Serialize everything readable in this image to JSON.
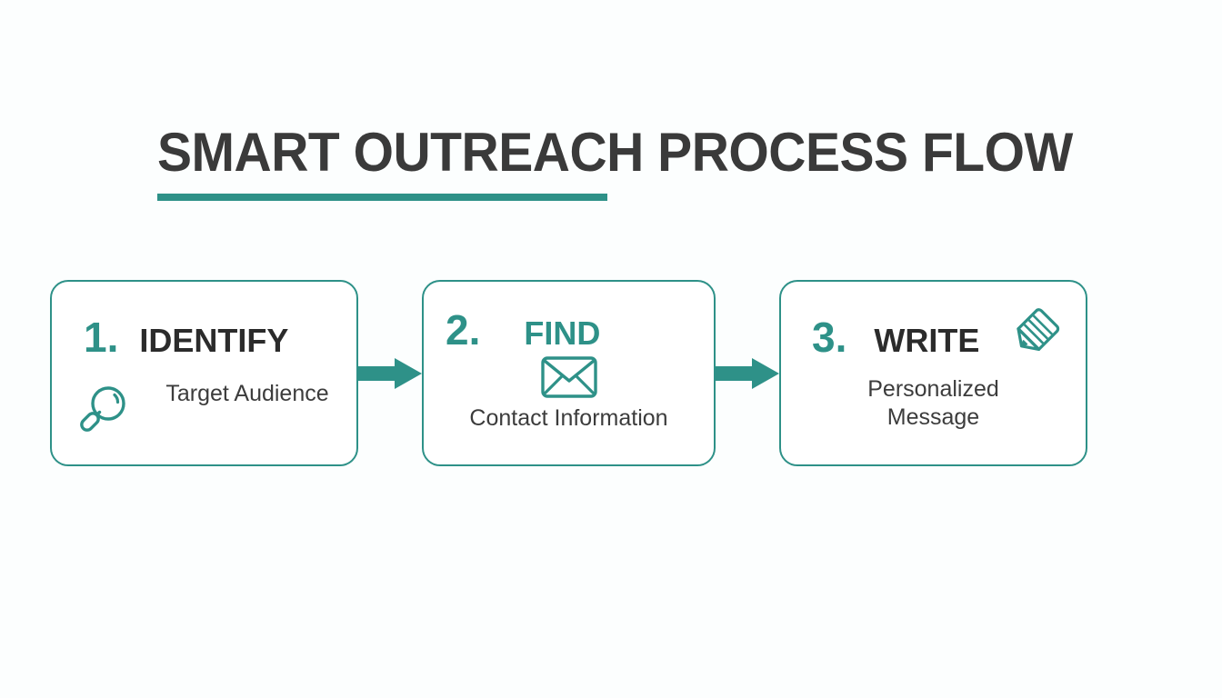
{
  "header": {
    "title": "SMART OUTREACH PROCESS FLOW",
    "accent_color": "#2e9188",
    "title_color": "#3a3a3a"
  },
  "flow": {
    "steps": [
      {
        "number": "1.",
        "word": "IDENTIFY",
        "caption": "Target Audience",
        "icon": "magnifier-icon",
        "word_color": "#2b2b2b"
      },
      {
        "number": "2.",
        "word": "FIND",
        "caption": "Contact Information",
        "icon": "envelope-icon",
        "word_color": "#2e9188"
      },
      {
        "number": "3.",
        "word": "WRITE",
        "caption_line1": "Personalized",
        "caption_line2": "Message",
        "icon": "pencil-icon",
        "word_color": "#2b2b2b"
      }
    ],
    "connector": "arrow-right-icon"
  }
}
